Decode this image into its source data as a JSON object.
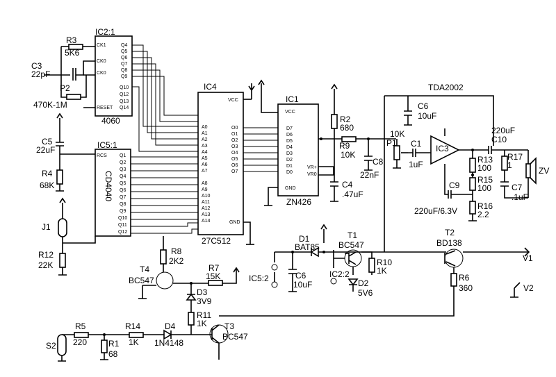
{
  "ics": {
    "ic2": {
      "name": "IC2:1",
      "part": "4060",
      "pins": [
        "CK1",
        "CK0",
        "CK0",
        "RESET",
        "Q4",
        "Q5",
        "Q6",
        "Q7",
        "Q8",
        "Q9",
        "Q10",
        "Q12",
        "Q13",
        "Q14"
      ]
    },
    "ic5": {
      "name": "IC5:1",
      "part": "CD4040",
      "pins": [
        "RCS",
        "Q1",
        "Q2",
        "Q3",
        "Q4",
        "Q5",
        "Q6",
        "Q7",
        "Q8",
        "Q9",
        "Q10",
        "Q11",
        "Q12"
      ]
    },
    "ic4": {
      "name": "IC4",
      "part": "27C512",
      "vcc": "VCC",
      "gnd": "GND",
      "addr": [
        "A0",
        "A1",
        "A2",
        "A3",
        "A4",
        "A5",
        "A6",
        "A7",
        "A8",
        "A9",
        "A10",
        "A11",
        "A12",
        "A13",
        "A14"
      ],
      "data": [
        "O0",
        "O1",
        "O2",
        "O3",
        "O4",
        "O5",
        "O6",
        "O7"
      ]
    },
    "ic1": {
      "name": "IC1",
      "part": "ZN426",
      "vcc": "VCC",
      "gnd": "GND",
      "data": [
        "D7",
        "D6",
        "D5",
        "D4",
        "D3",
        "D2",
        "D1",
        "D0"
      ],
      "vref": [
        "VR+",
        "VR0"
      ]
    },
    "ic3": {
      "name": "IC3",
      "part": "TDA2002"
    }
  },
  "components": {
    "r3": "R3",
    "r3v": "5K6",
    "c3": "C3",
    "c3v": "22pF",
    "p2": "P2",
    "p2v": "470K-1M",
    "c5": "C5",
    "c5v": "22uF",
    "r4": "R4",
    "r4v": "68K",
    "j1": "J1",
    "r12": "R12",
    "r12v": "22K",
    "r8": "R8",
    "r8v": "2K2",
    "t4": "T4",
    "t4v": "BC547",
    "r7": "R7",
    "r7v": "15K",
    "d3": "D3",
    "d3v": "3V9",
    "r11": "R11",
    "r11v": "1K",
    "t3": "T3",
    "t3v": "BC547",
    "r5": "R5",
    "r5v": "220",
    "r1": "R1",
    "r1v": "68",
    "r14": "R14",
    "r14v": "1K",
    "d4": "D4",
    "d4v": "1N4148",
    "s2": "S2",
    "r2": "R2",
    "r2v": "680",
    "r9": "R9",
    "r9v": "10K",
    "c8": "C8",
    "c8v": "22nF",
    "c4": "C4",
    "c4v": ".47uF",
    "p1": "P1",
    "p1v": "10K",
    "c1": "C1",
    "c1v": "1uF",
    "c6a": "C6",
    "c6av": "10uF",
    "c10": "C10",
    "c10v": "220uF",
    "r17": "R17",
    "r17v": "1",
    "r13": "R13",
    "r13v": "100",
    "r15": "R15",
    "r15v": "100",
    "c7": "C7",
    "c7v": ".1uF",
    "c9": "C9",
    "c9v": "220uF/6.3V",
    "r16": "R16",
    "r16v": "2.2",
    "zv": "ZV",
    "d1": "D1",
    "d1v": "BAT85",
    "t1": "T1",
    "t1v": "BC547",
    "r10": "R10",
    "r10v": "1K",
    "ic5b": "IC5:2",
    "c6b": "C6",
    "c6bv": "10uF",
    "ic2b": "IC2:2",
    "d2": "D2",
    "d2v": "5V6",
    "t2": "T2",
    "t2v": "BD138",
    "r6": "R6",
    "r6v": "360",
    "v1": "V1",
    "v2": "V2"
  }
}
